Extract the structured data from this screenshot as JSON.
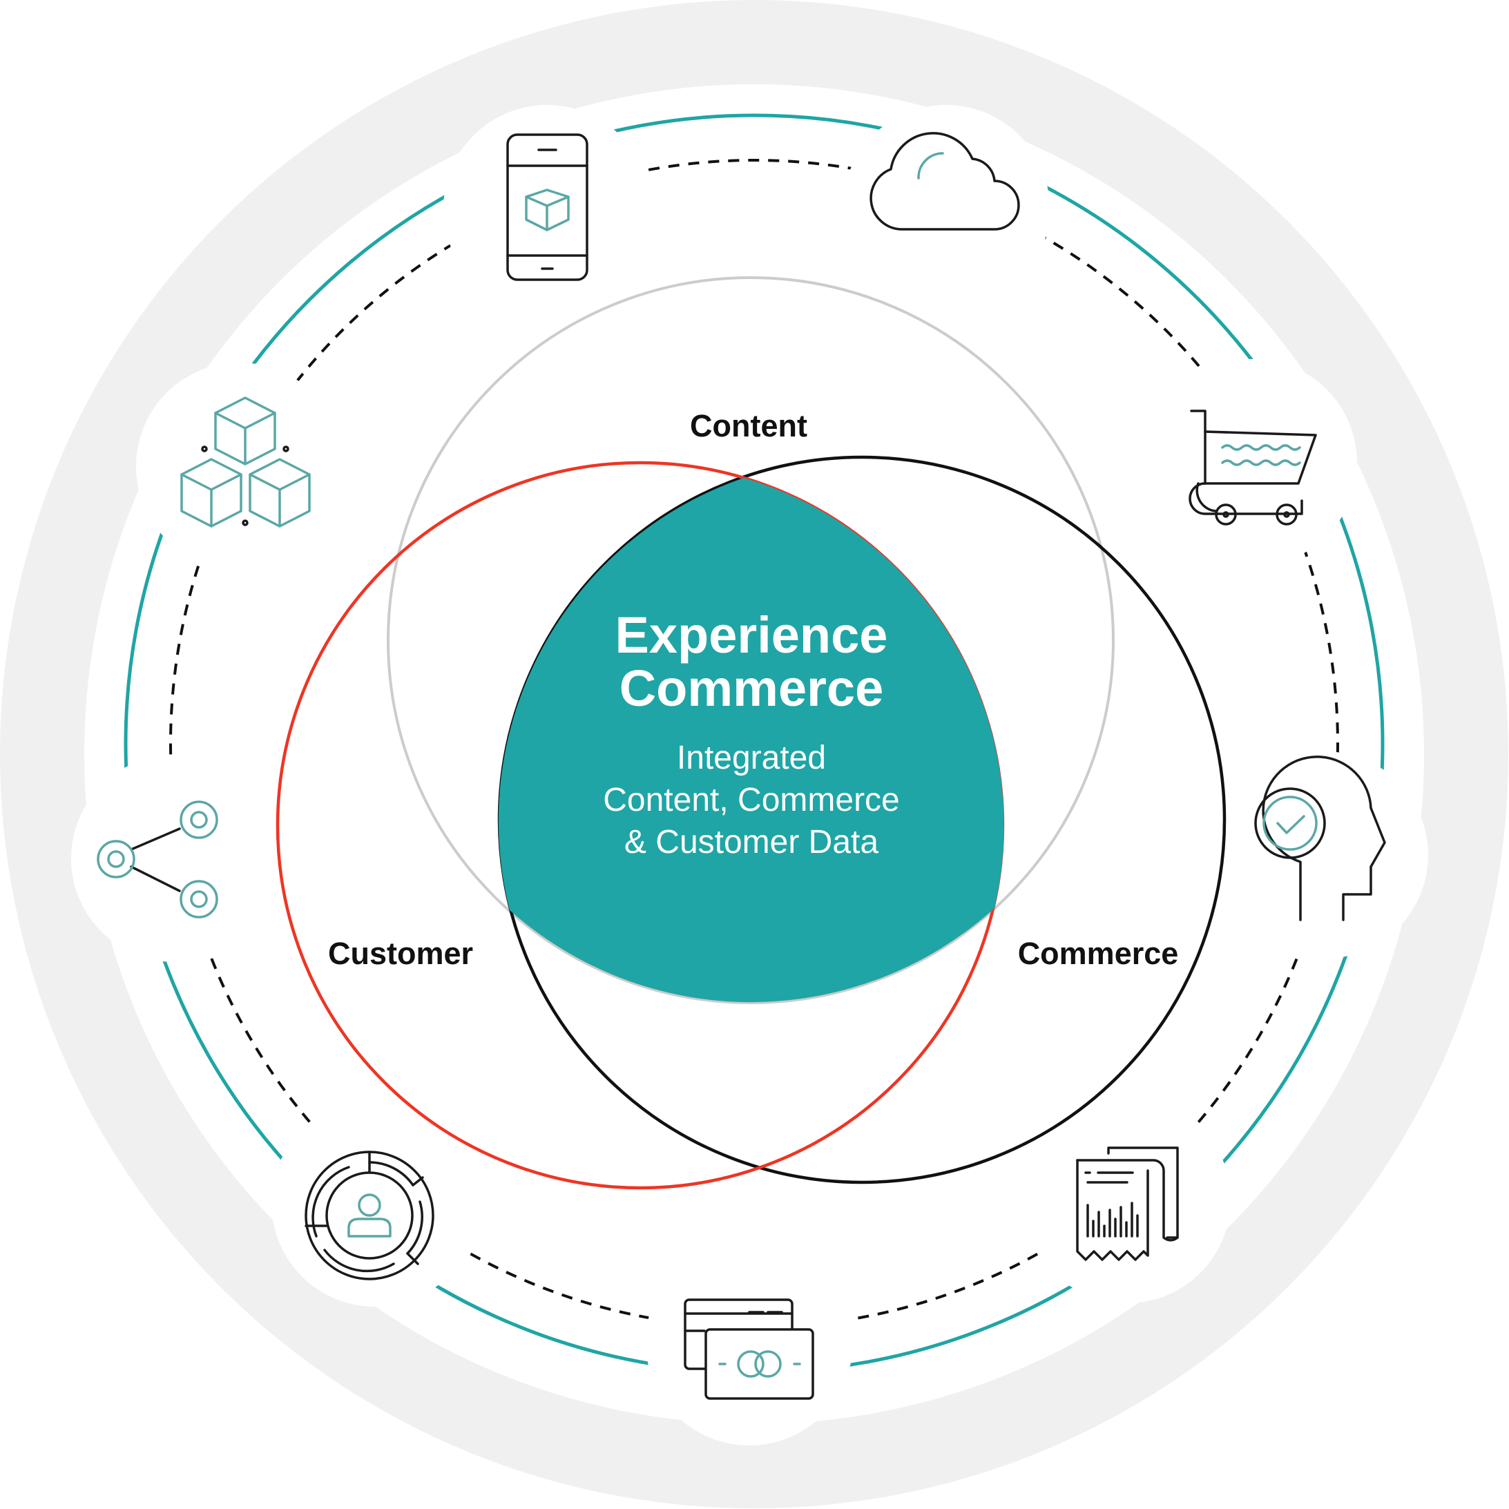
{
  "colors": {
    "background_ring": "#f0f0f0",
    "teal": "#1fa5a5",
    "teal_icon": "#5aa7a5",
    "red": "#ee3524",
    "black": "#111111",
    "gray_circle": "#cccccc"
  },
  "center": {
    "title_line1": "Experience",
    "title_line2": "Commerce",
    "sub_line1": "Integrated",
    "sub_line2": "Content, Commerce",
    "sub_line3": "& Customer Data"
  },
  "circles": {
    "content": "Content",
    "customer": "Customer",
    "commerce": "Commerce"
  },
  "icons": [
    {
      "name": "mobile-app-icon"
    },
    {
      "name": "cloud-icon"
    },
    {
      "name": "shopping-cart-icon"
    },
    {
      "name": "head-checkmark-icon"
    },
    {
      "name": "receipt-report-icon"
    },
    {
      "name": "payment-cards-icon"
    },
    {
      "name": "customer-target-icon"
    },
    {
      "name": "share-network-icon"
    },
    {
      "name": "building-blocks-icon"
    }
  ]
}
